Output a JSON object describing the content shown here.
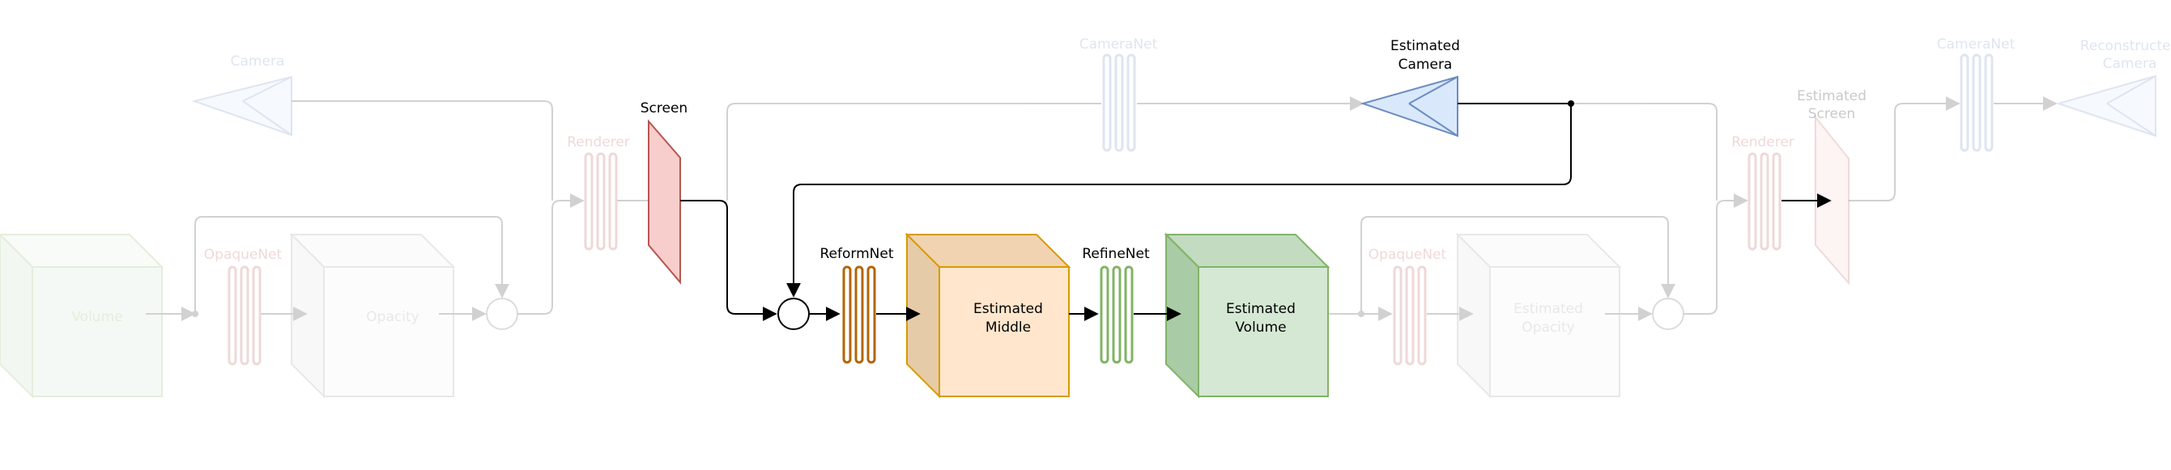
{
  "labels": {
    "camera_in": "Camera",
    "volume": "Volume",
    "opaquenet_1": "OpaqueNet",
    "opacity": "Opacity",
    "renderer_1": "Renderer",
    "screen": "Screen",
    "cameranet_1": "CameraNet",
    "estimated_camera_1": "Estimated",
    "estimated_camera_2": "Camera",
    "reformnet": "ReformNet",
    "estimated_middle_1": "Estimated",
    "estimated_middle_2": "Middle",
    "refinenet": "RefineNet",
    "estimated_volume_1": "Estimated",
    "estimated_volume_2": "Volume",
    "opaquenet_2": "OpaqueNet",
    "estimated_opacity_1": "Estimated",
    "estimated_opacity_2": "Opacity",
    "renderer_2": "Renderer",
    "estimated_screen_1": "Estimated",
    "estimated_screen_2": "Screen",
    "cameranet_2": "CameraNet",
    "reconstructed_camera_1": "Reconstructed",
    "reconstructed_camera_2": "Camera"
  },
  "colors": {
    "green_fill": "#d5e8d4",
    "green_stroke": "#82b366",
    "red_fill": "#f8cecc",
    "red_stroke": "#b85450",
    "blue_fill": "#dae8fc",
    "blue_stroke": "#6c8ebf",
    "orange_fill": "#ffe6cc",
    "orange_stroke": "#d79b00",
    "brown_stroke": "#b46504",
    "grey_fill": "#f5f5f5",
    "grey_stroke": "#666666"
  }
}
